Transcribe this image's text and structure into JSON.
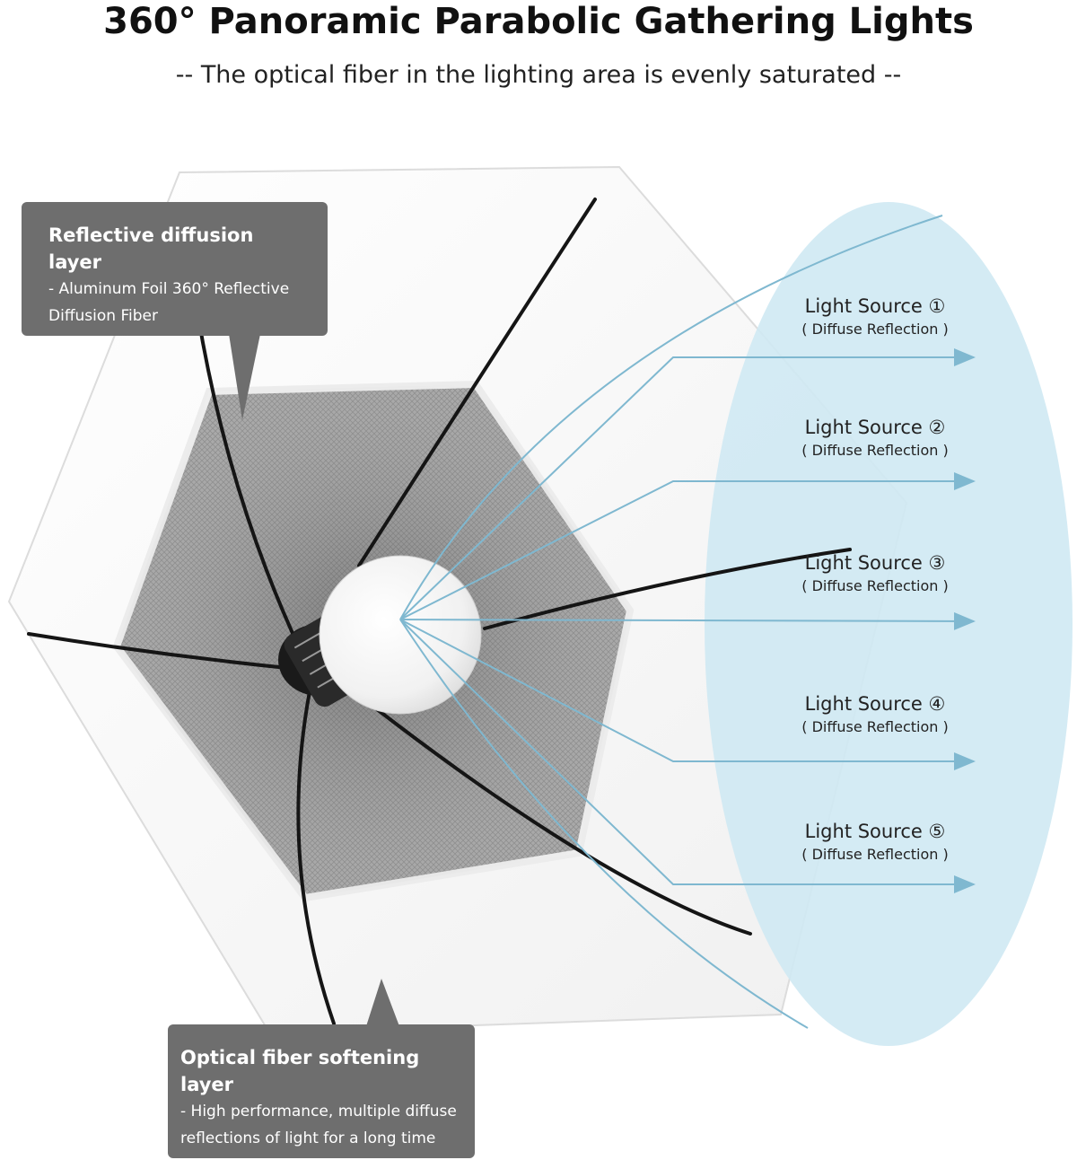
{
  "title": "360° Panoramic Parabolic Gathering Lights",
  "subtitle": "-- The optical fiber in the lighting area is evenly saturated --",
  "callouts": {
    "top": {
      "heading": "Reflective diffusion layer",
      "line1": "- Aluminum Foil 360° Reflective",
      "line2": "Diffusion Fiber"
    },
    "bottom": {
      "heading": "Optical fiber softening layer",
      "line1": "- High performance, multiple diffuse",
      "line2": "reflections of light for a long time"
    }
  },
  "light_sources": [
    {
      "name": "Light Source ①",
      "sub": "( Diffuse Reflection )"
    },
    {
      "name": "Light Source ②",
      "sub": "( Diffuse Reflection )"
    },
    {
      "name": "Light Source ③",
      "sub": "( Diffuse Reflection )"
    },
    {
      "name": "Light Source ④",
      "sub": "( Diffuse Reflection )"
    },
    {
      "name": "Light Source ⑤",
      "sub": "( Diffuse Reflection )"
    }
  ],
  "colors": {
    "callout_bg": "#6e6e6e",
    "ellipse_fill": "#cfe9f3",
    "arrow_color": "#7fb8d0",
    "mesh_color": "#8a8a8a"
  }
}
